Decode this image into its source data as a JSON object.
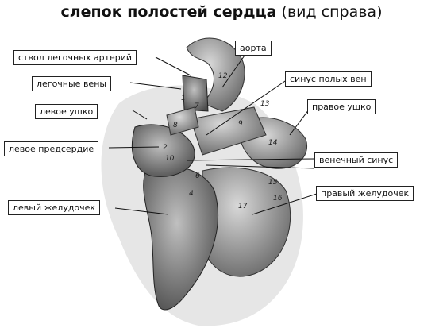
{
  "title": {
    "bold": "слепок полостей сердца",
    "light": "(вид справа)"
  },
  "labels": {
    "trunk": "ствол легочных артерий",
    "pulm_veins": "легочные вены",
    "left_auricle": "левое ушко",
    "left_atrium": "левое предсердие",
    "left_ventricle": "левый желудочек",
    "aorta": "аорта",
    "sinus_venarum": "синус полых вен",
    "right_auricle": "правое ушко",
    "coronary_sinus": "венечный синус",
    "right_ventricle": "правый желудочек"
  },
  "numbers": [
    "12",
    "13",
    "7",
    "8",
    "9",
    "14",
    "2",
    "10",
    "6",
    "4",
    "15",
    "16",
    "17",
    "1"
  ]
}
